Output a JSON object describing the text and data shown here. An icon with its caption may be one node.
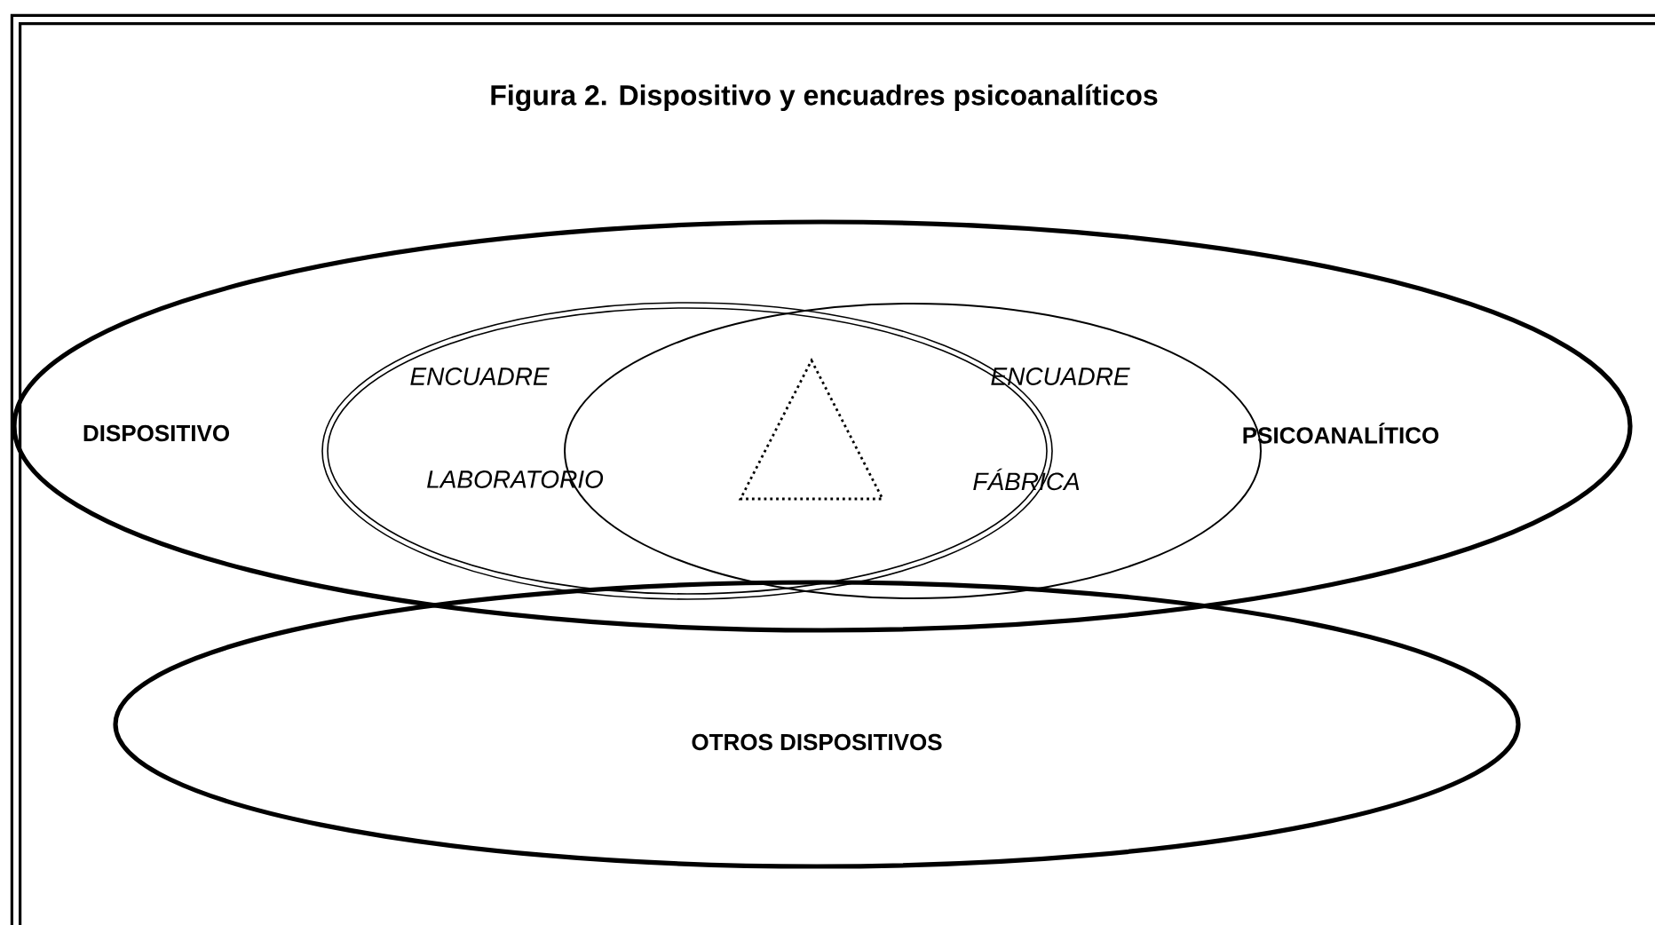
{
  "diagram": {
    "title": "Figura 2. Dispositivo y encuadres psicoanalíticos",
    "nodes": [
      {
        "text": [
          "DISPOSITIVO",
          "PSICOANALÍTICO"
        ]
      },
      {
        "text": [
          "ENCUADRE",
          "LABORATORIO"
        ],
        "in": 0
      },
      {
        "text": [],
        "shape": "triangle"
      },
      {
        "text": [
          "ENCUADRE",
          "FÁBRICA"
        ],
        "in": 0
      },
      {
        "text": [
          "OTROS DISPOSITIVOS"
        ]
      }
    ],
    "edges": []
  }
}
